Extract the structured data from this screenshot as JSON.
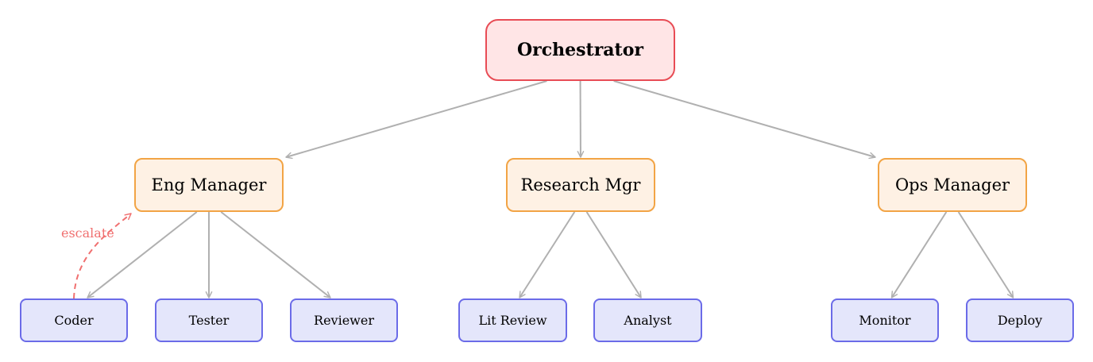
{
  "colors": {
    "root_fill": "#FFE5E6",
    "root_border": "#E84C55",
    "manager_fill": "#FEF1E4",
    "manager_border": "#F2A445",
    "worker_fill": "#E4E6FB",
    "worker_border": "#6B6BE8",
    "edge": "#B0B0B0",
    "escalate": "#F07070"
  },
  "nodes": {
    "orchestrator": {
      "label": "Orchestrator"
    },
    "eng_manager": {
      "label": "Eng Manager"
    },
    "research_mgr": {
      "label": "Research Mgr"
    },
    "ops_manager": {
      "label": "Ops Manager"
    },
    "coder": {
      "label": "Coder"
    },
    "tester": {
      "label": "Tester"
    },
    "reviewer": {
      "label": "Reviewer"
    },
    "lit_review": {
      "label": "Lit Review"
    },
    "analyst": {
      "label": "Analyst"
    },
    "monitor": {
      "label": "Monitor"
    },
    "deploy": {
      "label": "Deploy"
    }
  },
  "edges": [
    {
      "from": "orchestrator",
      "to": "eng_manager"
    },
    {
      "from": "orchestrator",
      "to": "research_mgr"
    },
    {
      "from": "orchestrator",
      "to": "ops_manager"
    },
    {
      "from": "eng_manager",
      "to": "coder"
    },
    {
      "from": "eng_manager",
      "to": "tester"
    },
    {
      "from": "eng_manager",
      "to": "reviewer"
    },
    {
      "from": "research_mgr",
      "to": "lit_review"
    },
    {
      "from": "research_mgr",
      "to": "analyst"
    },
    {
      "from": "ops_manager",
      "to": "monitor"
    },
    {
      "from": "ops_manager",
      "to": "deploy"
    }
  ],
  "escalate_edge": {
    "from": "coder",
    "to": "eng_manager",
    "label": "escalate"
  }
}
